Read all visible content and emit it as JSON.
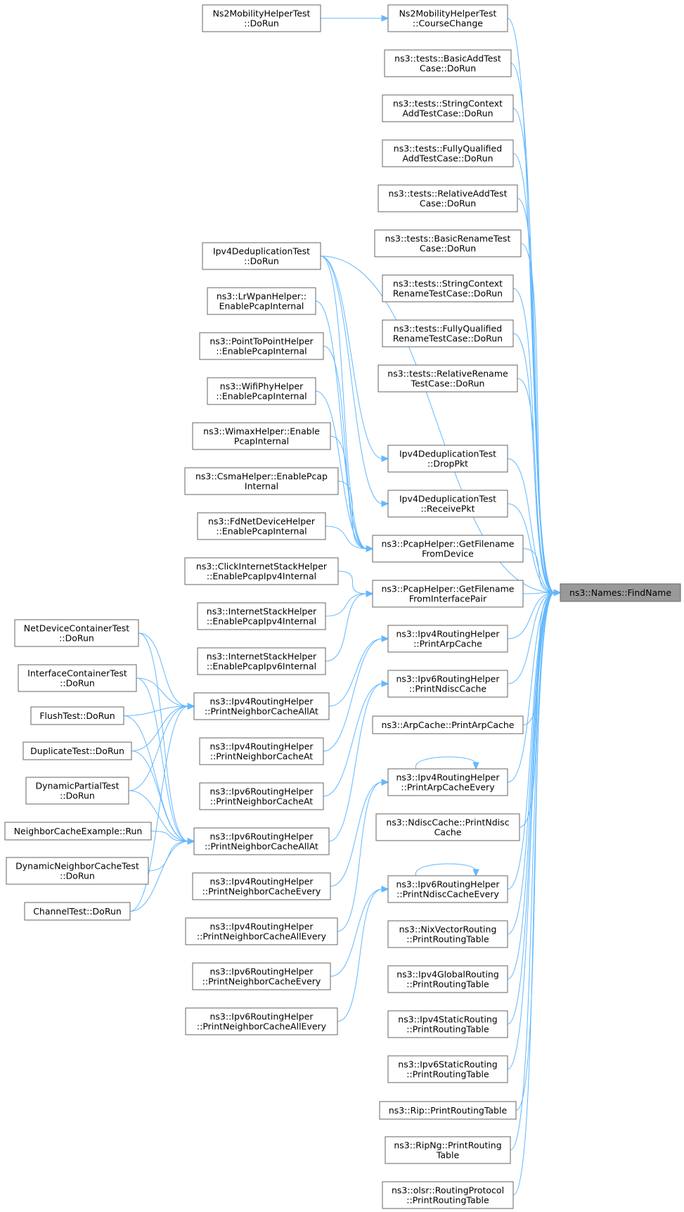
{
  "colors": {
    "edge": "#63b8ff",
    "node_border": "#666666",
    "focus_fill": "#999999",
    "background": "#ffffff"
  },
  "nodes": {
    "findname": [
      "ns3::Names::FindName"
    ],
    "ns2_course": [
      "Ns2MobilityHelperTest",
      "::CourseChange"
    ],
    "ns2_dorun": [
      "Ns2MobilityHelperTest",
      "::DoRun"
    ],
    "basic_add": [
      "ns3::tests::BasicAddTest",
      "Case::DoRun"
    ],
    "string_add": [
      "ns3::tests::StringContext",
      "AddTestCase::DoRun"
    ],
    "fully_add": [
      "ns3::tests::FullyQualified",
      "AddTestCase::DoRun"
    ],
    "relative_add": [
      "ns3::tests::RelativeAddTest",
      "Case::DoRun"
    ],
    "basic_rename": [
      "ns3::tests::BasicRenameTest",
      "Case::DoRun"
    ],
    "string_rename": [
      "ns3::tests::StringContext",
      "RenameTestCase::DoRun"
    ],
    "fully_rename": [
      "ns3::tests::FullyQualified",
      "RenameTestCase::DoRun"
    ],
    "relative_rename": [
      "ns3::tests::RelativeRename",
      "TestCase::DoRun"
    ],
    "ipv4dedup_dorun": [
      "Ipv4DeduplicationTest",
      "::DoRun"
    ],
    "lrwpan": [
      "ns3::LrWpanHelper::",
      "EnablePcapInternal"
    ],
    "p2p": [
      "ns3::PointToPointHelper",
      "::EnablePcapInternal"
    ],
    "wifiphy": [
      "ns3::WifiPhyHelper",
      "::EnablePcapInternal"
    ],
    "wimax": [
      "ns3::WimaxHelper::Enable",
      "PcapInternal"
    ],
    "csma": [
      "ns3::CsmaHelper::EnablePcap",
      "Internal"
    ],
    "fdnet": [
      "ns3::FdNetDeviceHelper",
      "::EnablePcapInternal"
    ],
    "dedup_drop": [
      "Ipv4DeduplicationTest",
      "::DropPkt"
    ],
    "dedup_recv": [
      "Ipv4DeduplicationTest",
      "::ReceivePkt"
    ],
    "pcap_device": [
      "ns3::PcapHelper::GetFilename",
      "FromDevice"
    ],
    "click_ipv4": [
      "ns3::ClickInternetStackHelper",
      "::EnablePcapIpv4Internal"
    ],
    "inet_ipv4": [
      "ns3::InternetStackHelper",
      "::EnablePcapIpv4Internal"
    ],
    "inet_ipv6": [
      "ns3::InternetStackHelper",
      "::EnablePcapIpv6Internal"
    ],
    "pcap_iface": [
      "ns3::PcapHelper::GetFilename",
      "FromInterfacePair"
    ],
    "v4_arpcache": [
      "ns3::Ipv4RoutingHelper",
      "::PrintArpCache"
    ],
    "v6_ndisc": [
      "ns3::Ipv6RoutingHelper",
      "::PrintNdiscCache"
    ],
    "arpcache_print": [
      "ns3::ArpCache::PrintArpCache"
    ],
    "v4_arpevery": [
      "ns3::Ipv4RoutingHelper",
      "::PrintArpCacheEvery"
    ],
    "ndisc_print": [
      "ns3::NdiscCache::PrintNdisc",
      "Cache"
    ],
    "v6_ndiscevery": [
      "ns3::Ipv6RoutingHelper",
      "::PrintNdiscCacheEvery"
    ],
    "nix": [
      "ns3::NixVectorRouting",
      "::PrintRoutingTable"
    ],
    "v4global": [
      "ns3::Ipv4GlobalRouting",
      "::PrintRoutingTable"
    ],
    "v4static": [
      "ns3::Ipv4StaticRouting",
      "::PrintRoutingTable"
    ],
    "v6static": [
      "ns3::Ipv6StaticRouting",
      "::PrintRoutingTable"
    ],
    "rip": [
      "ns3::Rip::PrintRoutingTable"
    ],
    "ripng": [
      "ns3::RipNg::PrintRouting",
      "Table"
    ],
    "olsr": [
      "ns3::olsr::RoutingProtocol",
      "::PrintRoutingTable"
    ],
    "v4_ncallat": [
      "ns3::Ipv4RoutingHelper",
      "::PrintNeighborCacheAllAt"
    ],
    "v4_ncat": [
      "ns3::Ipv4RoutingHelper",
      "::PrintNeighborCacheAt"
    ],
    "v6_ncat": [
      "ns3::Ipv6RoutingHelper",
      "::PrintNeighborCacheAt"
    ],
    "v6_ncallat": [
      "ns3::Ipv6RoutingHelper",
      "::PrintNeighborCacheAllAt"
    ],
    "v4_ncevery": [
      "ns3::Ipv4RoutingHelper",
      "::PrintNeighborCacheEvery"
    ],
    "v4_ncallevery": [
      "ns3::Ipv4RoutingHelper",
      "::PrintNeighborCacheAllEvery"
    ],
    "v6_ncevery": [
      "ns3::Ipv6RoutingHelper",
      "::PrintNeighborCacheEvery"
    ],
    "v6_ncallevery": [
      "ns3::Ipv6RoutingHelper",
      "::PrintNeighborCacheAllEvery"
    ],
    "netdev_test": [
      "NetDeviceContainerTest",
      "::DoRun"
    ],
    "iface_test": [
      "InterfaceContainerTest",
      "::DoRun"
    ],
    "flush_test": [
      "FlushTest::DoRun"
    ],
    "dup_test": [
      "DuplicateTest::DoRun"
    ],
    "dynpart_test": [
      "DynamicPartialTest",
      "::DoRun"
    ],
    "nc_example": [
      "NeighborCacheExample::Run"
    ],
    "dynnc_test": [
      "DynamicNeighborCacheTest",
      "::DoRun"
    ],
    "channel_test": [
      "ChannelTest::DoRun"
    ]
  },
  "edges": [
    [
      "ns2_dorun",
      "ns2_course"
    ],
    [
      "ns2_course",
      "findname"
    ],
    [
      "basic_add",
      "findname"
    ],
    [
      "string_add",
      "findname"
    ],
    [
      "fully_add",
      "findname"
    ],
    [
      "relative_add",
      "findname"
    ],
    [
      "basic_rename",
      "findname"
    ],
    [
      "string_rename",
      "findname"
    ],
    [
      "fully_rename",
      "findname"
    ],
    [
      "relative_rename",
      "findname"
    ],
    [
      "ipv4dedup_dorun",
      "findname"
    ],
    [
      "dedup_drop",
      "findname"
    ],
    [
      "dedup_recv",
      "findname"
    ],
    [
      "pcap_device",
      "findname"
    ],
    [
      "pcap_iface",
      "findname"
    ],
    [
      "v4_arpcache",
      "findname"
    ],
    [
      "v6_ndisc",
      "findname"
    ],
    [
      "arpcache_print",
      "findname"
    ],
    [
      "v4_arpevery",
      "findname"
    ],
    [
      "ndisc_print",
      "findname"
    ],
    [
      "v6_ndiscevery",
      "findname"
    ],
    [
      "nix",
      "findname"
    ],
    [
      "v4global",
      "findname"
    ],
    [
      "v4static",
      "findname"
    ],
    [
      "v6static",
      "findname"
    ],
    [
      "rip",
      "findname"
    ],
    [
      "ripng",
      "findname"
    ],
    [
      "olsr",
      "findname"
    ],
    [
      "ipv4dedup_dorun",
      "dedup_drop"
    ],
    [
      "ipv4dedup_dorun",
      "dedup_recv"
    ],
    [
      "ipv4dedup_dorun",
      "pcap_device"
    ],
    [
      "lrwpan",
      "pcap_device"
    ],
    [
      "p2p",
      "pcap_device"
    ],
    [
      "wifiphy",
      "pcap_device"
    ],
    [
      "wimax",
      "pcap_device"
    ],
    [
      "csma",
      "pcap_device"
    ],
    [
      "fdnet",
      "pcap_device"
    ],
    [
      "click_ipv4",
      "pcap_iface"
    ],
    [
      "inet_ipv4",
      "pcap_iface"
    ],
    [
      "inet_ipv6",
      "pcap_iface"
    ],
    [
      "v4_ncallat",
      "v4_arpcache"
    ],
    [
      "v4_ncat",
      "v4_arpcache"
    ],
    [
      "v6_ncat",
      "v6_ndisc"
    ],
    [
      "v6_ncallat",
      "v6_ndisc"
    ],
    [
      "v4_ncevery",
      "v4_arpevery"
    ],
    [
      "v4_ncallevery",
      "v4_arpevery"
    ],
    [
      "v4_arpevery",
      "v4_arpevery"
    ],
    [
      "v6_ncevery",
      "v6_ndiscevery"
    ],
    [
      "v6_ncallevery",
      "v6_ndiscevery"
    ],
    [
      "v6_ndiscevery",
      "v6_ndiscevery"
    ],
    [
      "netdev_test",
      "v4_ncallat"
    ],
    [
      "iface_test",
      "v4_ncallat"
    ],
    [
      "flush_test",
      "v4_ncallat"
    ],
    [
      "dup_test",
      "v4_ncallat"
    ],
    [
      "dynpart_test",
      "v4_ncallat"
    ],
    [
      "channel_test",
      "v4_ncallat"
    ],
    [
      "netdev_test",
      "v6_ncallat"
    ],
    [
      "iface_test",
      "v6_ncallat"
    ],
    [
      "flush_test",
      "v6_ncallat"
    ],
    [
      "dup_test",
      "v6_ncallat"
    ],
    [
      "dynpart_test",
      "v6_ncallat"
    ],
    [
      "nc_example",
      "v6_ncallat"
    ],
    [
      "dynnc_test",
      "v6_ncallat"
    ],
    [
      "channel_test",
      "v6_ncallat"
    ]
  ]
}
